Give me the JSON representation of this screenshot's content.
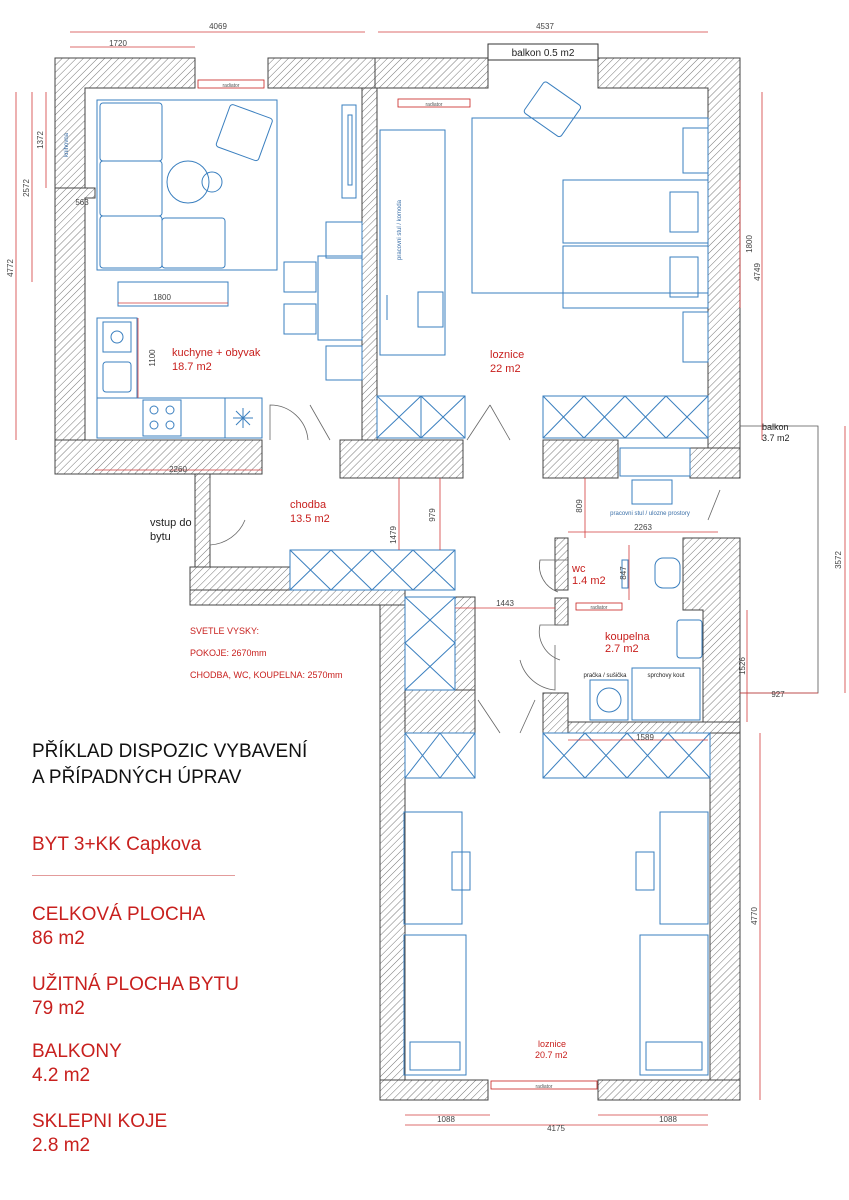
{
  "info": {
    "title_line1": "PŘÍKLAD DISPOZIC VYBAVENÍ",
    "title_line2": "A PŘÍPADNÝCH ÚPRAV",
    "apartment": "BYT 3+KK Capkova",
    "total_label": "CELKOVÁ PLOCHA",
    "total_value": "86 m2",
    "usable_label": "UŽITNÁ PLOCHA BYTU",
    "usable_value": "79 m2",
    "balcony_label": "BALKONY",
    "balcony_value": "4.2 m2",
    "cellar_label": "SKLEPNI KOJE",
    "cellar_value": "2.8 m2"
  },
  "heights": {
    "title": "SVETLE VYSKY:",
    "rooms": "POKOJE: 2670mm",
    "other": "CHODBA, WC, KOUPELNA: 2570mm"
  },
  "rooms": {
    "kitchen_name": "kuchyne + obyvak",
    "kitchen_area": "18.7 m2",
    "bedroom1_name": "loznice",
    "bedroom1_area": "22 m2",
    "hall_name": "chodba",
    "hall_area": "13.5 m2",
    "entry_line1": "vstup do",
    "entry_line2": "bytu",
    "wc_name": "wc",
    "wc_area": "1.4 m2",
    "bath_name": "koupelna",
    "bath_area": "2.7 m2",
    "bedroom2_name": "loznice",
    "bedroom2_area": "20.7 m2",
    "balcony_top": "balkon 0.5 m2",
    "balcony_right_name": "balkon",
    "balcony_right_area": "3.7 m2"
  },
  "labels": {
    "radiator": "radiator",
    "knihovna": "knihovna",
    "desk_dresser": "pracovni stul / komoda",
    "desk_storage": "pracovni stul / ulozne prostory",
    "washer": "pračka / sušička",
    "shower": "sprchovy kout"
  },
  "dims": {
    "d4069": "4069",
    "d1720": "1720",
    "d4537": "4537",
    "d4772": "4772",
    "d2572": "2572",
    "d1372": "1372",
    "d563": "563",
    "d1800a": "1800",
    "d1100": "1100",
    "d2260": "2260",
    "d1800b": "1800",
    "d4749": "4749",
    "d1479": "1479",
    "d979": "979",
    "d809": "809",
    "d2263": "2263",
    "d847": "847",
    "d1443": "1443",
    "d3572": "3572",
    "d1526": "1526",
    "d927": "927",
    "d1589": "1589",
    "d4770": "4770",
    "d1088a": "1088",
    "d4175": "4175",
    "d1088b": "1088"
  }
}
